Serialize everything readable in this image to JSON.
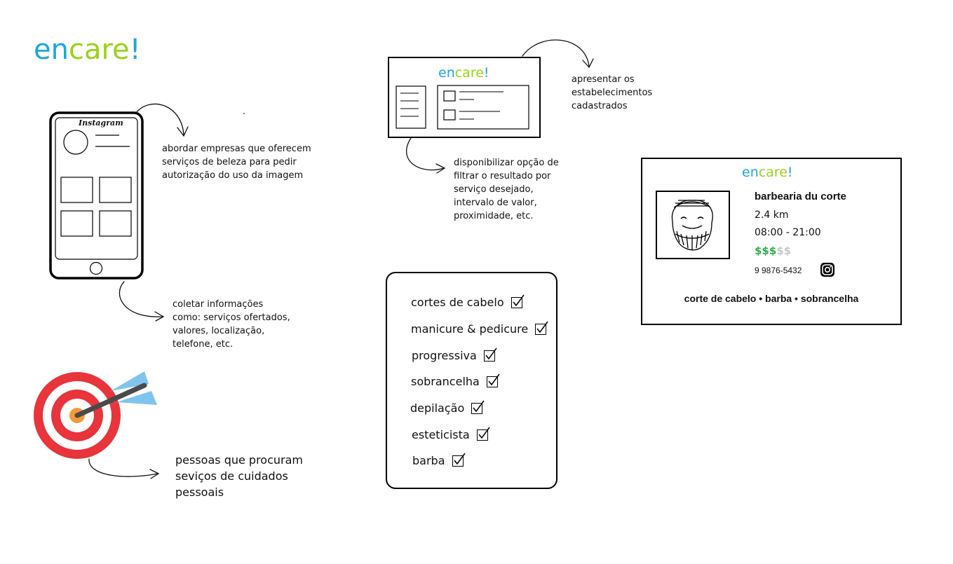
{
  "logo": {
    "part1": "en",
    "part2": "care",
    "part3": "!"
  },
  "phone": {
    "brand": "Instagram"
  },
  "notes": {
    "abordar": [
      "abordar empresas que oferecem",
      "serviços de beleza para pedir",
      "autorização do uso da imagem"
    ],
    "coletar": [
      "coletar informações",
      "como: serviços ofertados,",
      "valores, localização,",
      "telefone, etc."
    ],
    "pessoas": [
      "pessoas que procuram",
      "seviços de cuidados",
      "pessoais"
    ],
    "apresentar": [
      "apresentar os",
      "estabelecimentos",
      "cadastrados"
    ],
    "filtrar": [
      "disponibilizar opção de",
      "filtrar o resultado por",
      "serviço desejado,",
      "intervalo de valor,",
      "proximidade, etc."
    ]
  },
  "services": [
    {
      "label": "cortes de cabelo",
      "checked": true
    },
    {
      "label": "manicure & pedicure",
      "checked": true
    },
    {
      "label": "progressiva",
      "checked": true
    },
    {
      "label": "sobrancelha",
      "checked": true
    },
    {
      "label": "depilação",
      "checked": true
    },
    {
      "label": "esteticista",
      "checked": true
    },
    {
      "label": "barba",
      "checked": true
    }
  ],
  "card": {
    "name": "barbearia du corte",
    "distance": "2.4 km",
    "hours": "08:00 - 21:00",
    "price_on": "$$$",
    "price_off": "$$",
    "price_level": 3,
    "price_max": 5,
    "phone": "9 9876-5432",
    "services_line": "corte de cabelo • barba • sobrancelha",
    "social_icon": "instagram-icon"
  },
  "colors": {
    "logo_blue": "#1ba7e0",
    "logo_green": "#9ad219",
    "price_green": "#2bb24c",
    "price_grey": "#c8c8c8",
    "target_red": "#e8343b",
    "arrow_blue": "#7fc4ee"
  }
}
